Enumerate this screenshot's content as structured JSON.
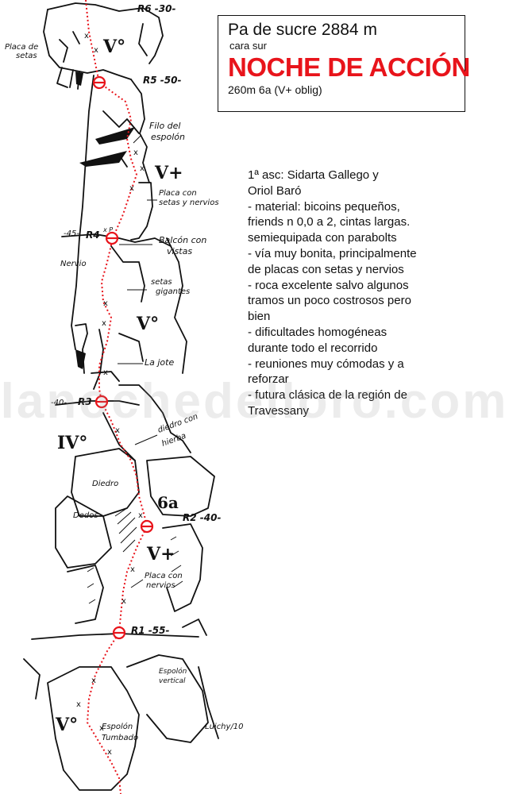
{
  "header": {
    "peak": "Pa de sucre 2884 m",
    "face": "cara sur",
    "route_name": "NOCHE DE ACCIÓN",
    "route_grade": "260m 6a (V+ oblig)"
  },
  "info_lines": [
    "1ª asc:  Sidarta Gallego  y",
    "Oriol Baró",
    "- material: bicoins pequeños,",
    "friends n 0,0 a 2, cintas largas.",
    "semiequipada con parabolts",
    "- vía muy bonita, principalmente",
    "de placas con setas y nervios",
    "- roca excelente salvo algunos",
    "tramos un poco costrosos pero",
    "bien",
    "- dificultades homogéneas",
    "durante todo el recorrido",
    "- reuniones muy cómodas y a",
    "reforzar",
    "- futura clásica de la región de",
    "Travessany"
  ],
  "topo": {
    "belays": {
      "r6": "R6 -30-",
      "r5": "R5 -50-",
      "r4_len": "-45-",
      "r4": "R4",
      "r3_len": "-40-",
      "r3": "R3",
      "r2": "R2 -40-",
      "r1": "R1 -55-"
    },
    "grades": {
      "g6": "V°",
      "g5": "V+",
      "g4": "V°",
      "g3": "IV°",
      "g2a": "6a",
      "g2b": "V+",
      "g1": "V°"
    },
    "features": {
      "placa_setas_1": "Placa de",
      "placa_setas_2": "setas",
      "filo_1": "Filo del",
      "filo_2": "espolón",
      "placa_nervios_1": "Placa con",
      "placa_nervios_2": "setas y nervios",
      "balcon_1": "Balcón con",
      "balcon_2": "vistas",
      "nervio": "Nervio",
      "setas_gig_1": "setas",
      "setas_gig_2": "gigantes",
      "la_jote": "La jote",
      "diedro_hierba_1": "diedro con",
      "diedro_hierba_2": "hierba",
      "diedro": "Diedro",
      "dedos": "Dedos",
      "placa_nervios2_1": "Placa con",
      "placa_nervios2_2": "nervios",
      "espolon_vert_1": "Espolón",
      "espolon_vert_2": "vertical",
      "espolon_tumb_1": "Espolón",
      "espolon_tumb_2": "Tumbado",
      "signature": "Luichy/10",
      "piton_mark": "x P"
    }
  },
  "watermark": "lanochedelloro.com",
  "colors": {
    "route_red": "#e8141b",
    "ink": "#111111"
  }
}
